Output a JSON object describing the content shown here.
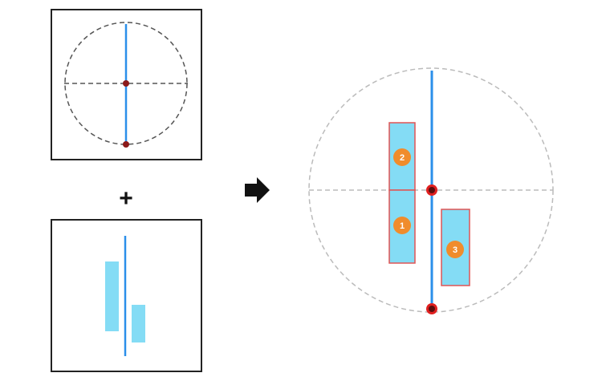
{
  "colors": {
    "frame": "#222222",
    "axis_line": "#2b8fea",
    "dashed_circle": "#555555",
    "dashed_circle_light": "#bbbbbb",
    "pivot_fill": "#8b1a1a",
    "pivot_ring": "#e02020",
    "block_fill": "#84dcf5",
    "block_stroke": "#e05555",
    "badge_fill": "#f08c2c",
    "arrow": "#111111"
  },
  "operator": {
    "plus": "+"
  },
  "icons": {
    "arrow": "right-arrow-icon"
  },
  "result": {
    "badges": [
      "2",
      "1",
      "3"
    ]
  }
}
